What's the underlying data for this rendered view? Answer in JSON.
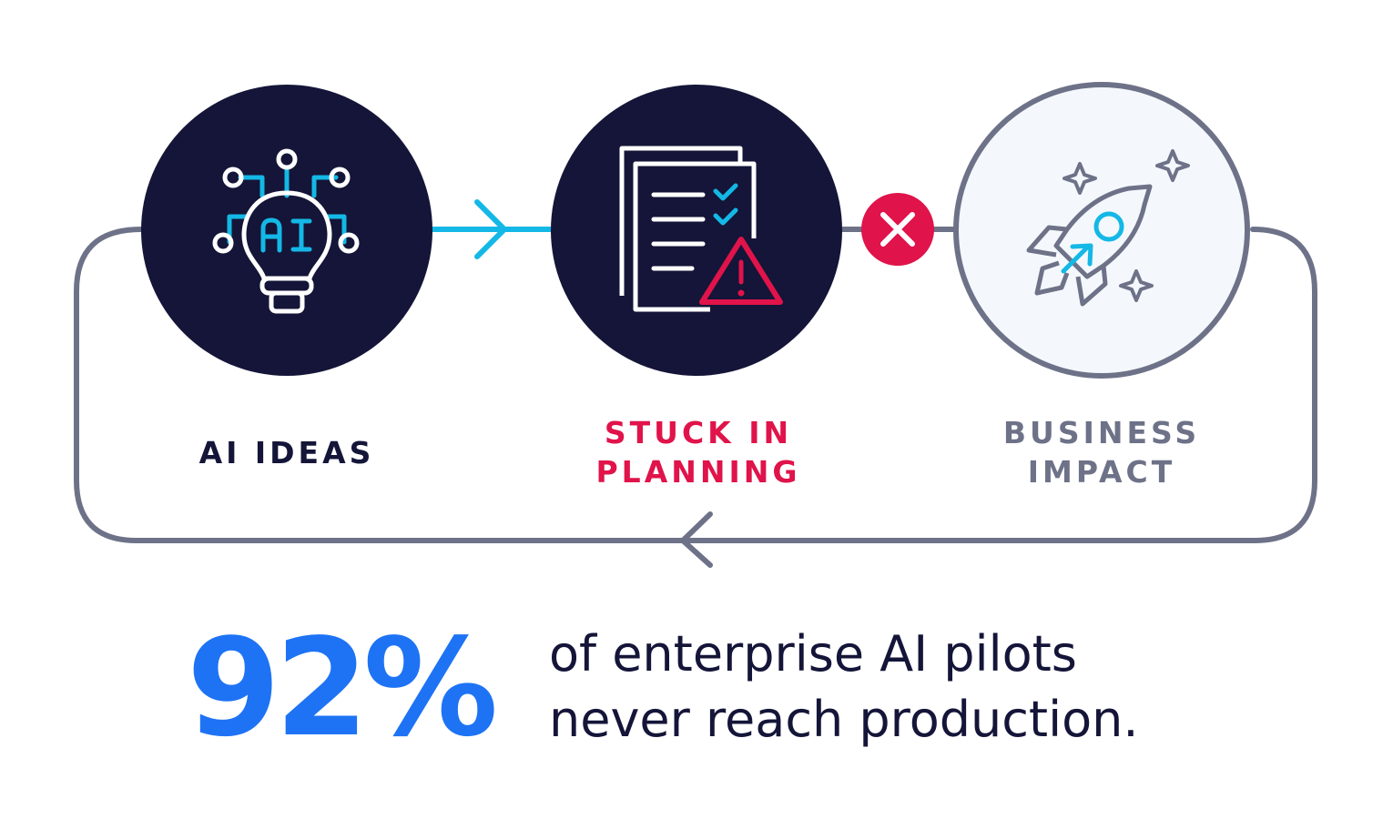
{
  "colors": {
    "dark_navy": "#141538",
    "cyan": "#14B8E6",
    "crimson": "#E0134A",
    "slate": "#6E7288",
    "light_fill": "#F4F8FC",
    "blue": "#1E73F5",
    "white": "#FFFFFF"
  },
  "stages": [
    {
      "label": "AI IDEAS",
      "icon": "lightbulb-ai-icon"
    },
    {
      "label": "STUCK IN PLANNING",
      "icon": "checklist-warning-icon"
    },
    {
      "label": "BUSINESS IMPACT",
      "icon": "rocket-icon"
    }
  ],
  "connectors": {
    "ideas_to_planning": "arrow-right-icon",
    "planning_to_impact": "x-mark-icon",
    "loop_back": "arrow-left-icon"
  },
  "stat": {
    "value": "92%",
    "caption_line1": "of enterprise AI pilots",
    "caption_line2": "never reach production."
  }
}
